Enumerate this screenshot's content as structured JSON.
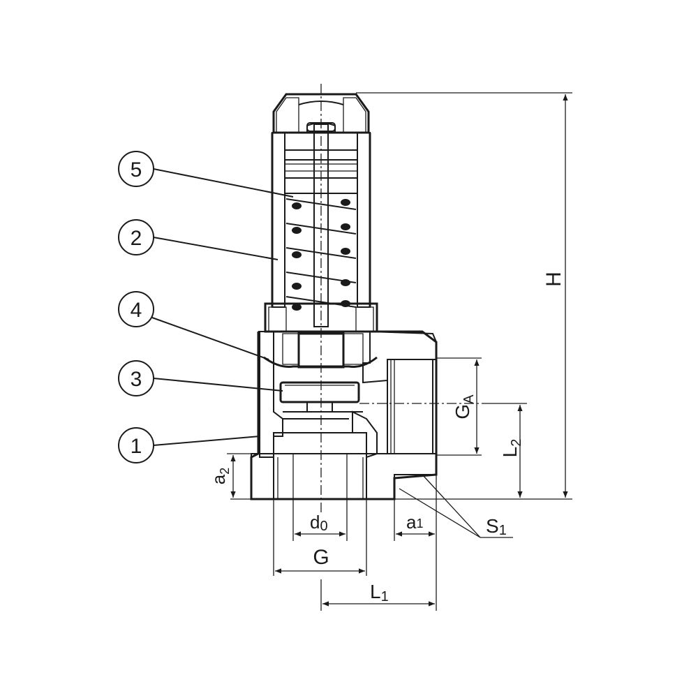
{
  "callouts": [
    {
      "id": "5",
      "label": "5"
    },
    {
      "id": "2",
      "label": "2"
    },
    {
      "id": "4",
      "label": "4"
    },
    {
      "id": "3",
      "label": "3"
    },
    {
      "id": "1",
      "label": "1"
    }
  ],
  "dimensions": {
    "H": "H",
    "GA": {
      "main": "G",
      "sub": "A"
    },
    "L2": {
      "main": "L",
      "sub": "2"
    },
    "a2": {
      "main": "a",
      "sub": "2"
    },
    "d0": {
      "main": "d",
      "sub": "0"
    },
    "a1": {
      "main": "a",
      "sub": "1"
    },
    "S1": {
      "main": "S",
      "sub": "1"
    },
    "G": "G",
    "L1": {
      "main": "L",
      "sub": "1"
    }
  },
  "colors": {
    "line": "#1a1a1a",
    "background": "#ffffff"
  }
}
